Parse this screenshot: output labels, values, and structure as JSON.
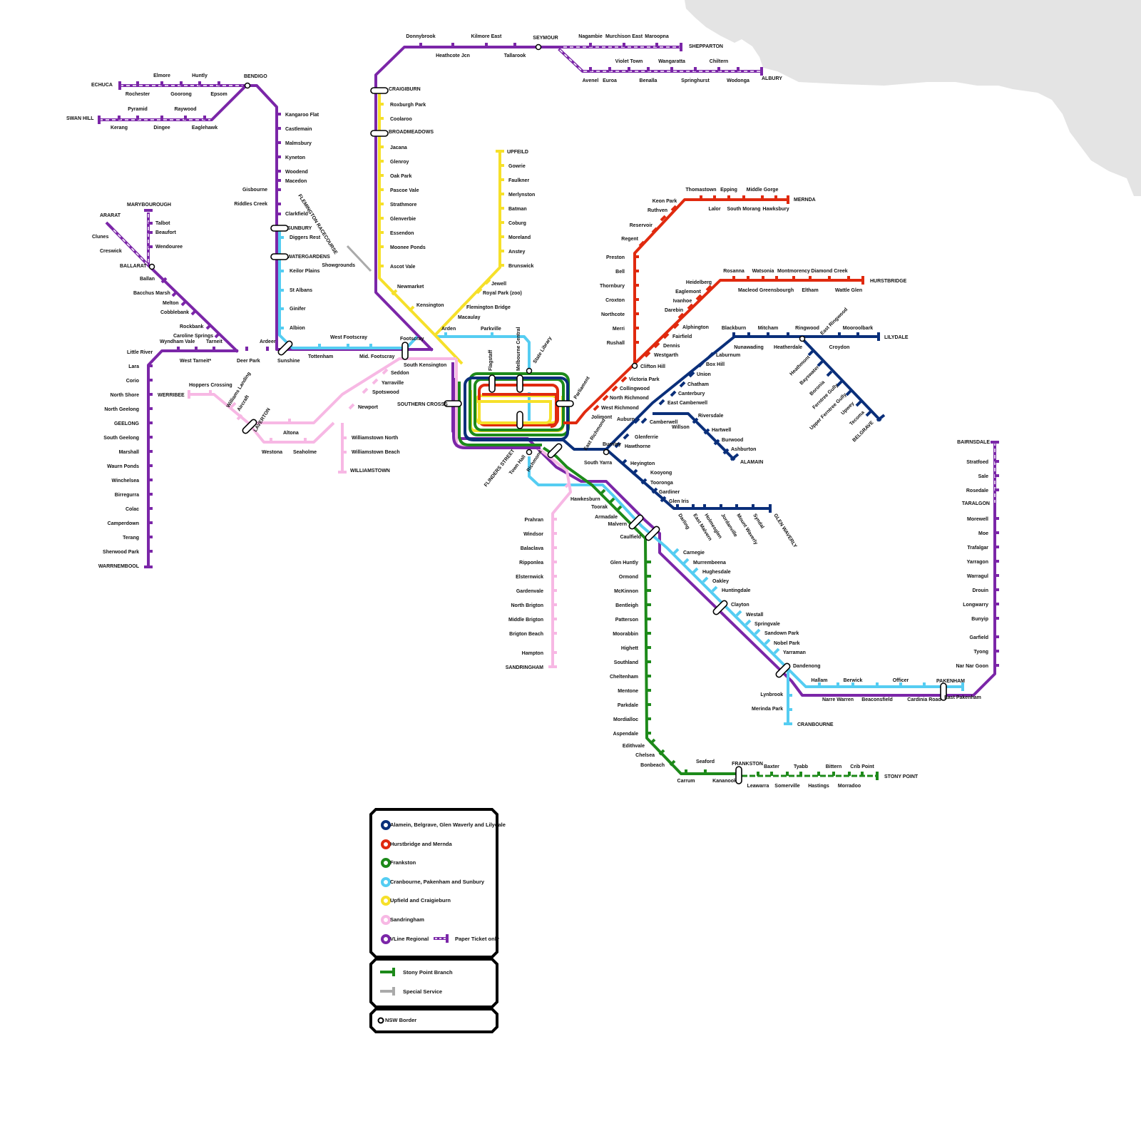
{
  "colors": {
    "dark_blue": "#0a2f7a",
    "red": "#e02a0f",
    "green": "#1d8a1a",
    "cyan": "#55cdf2",
    "yellow": "#f6e02a",
    "pink": "#f7b8e4",
    "purple": "#7b26a8",
    "grey": "#aaaaaa",
    "land": "#e4e4e4"
  },
  "stations": {
    "vline_north": [
      "Donnybrook",
      "Heathcote Jcn",
      "Kilmore East",
      "Tallarook",
      "SEYMOUR",
      "Nagambie",
      "Murchison East",
      "Maroopna",
      "SHEPPARTON",
      "Violet Town",
      "Wangaratta",
      "Chiltern",
      "Avenel",
      "Euroa",
      "Benalla",
      "Springhurst",
      "Wodonga",
      "ALBURY"
    ],
    "vline_bendigo": [
      "ECHUCA",
      "Elmore",
      "Huntly",
      "BENDIGO",
      "Rochester",
      "Goorong",
      "Epsom",
      "SWAN HILL",
      "Pyramid",
      "Raywood",
      "Kerang",
      "Dingee",
      "Eaglehawk",
      "Kangaroo Flat",
      "Castlemain",
      "Malmsbury",
      "Kyneton",
      "Woodend",
      "Macedon",
      "Gisbourne",
      "Riddles Creek",
      "Clarkfield",
      "SUNBURY",
      "Diggers Rest",
      "WATERGARDENS",
      "Keilor Plains",
      "St Albans",
      "Ginifer",
      "Albion",
      "FLEMINGTON RACECOURSE",
      "Showgrounds"
    ],
    "vline_ballarat": [
      "MARYBOUROUGH",
      "ARARAT",
      "Talbot",
      "Clunes",
      "Beaufort",
      "Creswick",
      "Wendouree",
      "BALLARAT",
      "Ballan",
      "Bacchus Marsh",
      "Melton",
      "Cobblebank",
      "Rockbank",
      "Caroline Springs",
      "Wyndham Vale",
      "Tarneit",
      "Ardeer",
      "West Footscray",
      "Footscray",
      "Little River",
      "West Tarneit*",
      "Deer Park",
      "Sunshine",
      "Tottenham",
      "Mid. Footscray"
    ],
    "vline_geelong": [
      "Lara",
      "Corio",
      "North Shore",
      "North Geelong",
      "GEELONG",
      "South Geelong",
      "Marshall",
      "Waurn Ponds",
      "Winchelsea",
      "Birregurra",
      "Colac",
      "Camperdown",
      "Terang",
      "Sherwood Park",
      "WARRNEMBOOL"
    ],
    "werribee": [
      "WERRIBEE",
      "Hoppers Crossing",
      "Williams Landing",
      "Aircraft",
      "LAVERTON",
      "Altona",
      "Westona",
      "Seaholme",
      "Williamstown North",
      "Williamstown Beach",
      "WILLIAMSTOWN",
      "Newport",
      "Spotswood",
      "Yarraville",
      "Seddon",
      "South Kensington"
    ],
    "craigieburn": [
      "CRAIGIBURN",
      "Roxburgh Park",
      "Coolaroo",
      "BROADMEADOWS",
      "Jacana",
      "Glenroy",
      "Oak Park",
      "Pascoe Vale",
      "Strathmore",
      "Glenverbie",
      "Essendon",
      "Moonee Ponds",
      "Ascot Vale",
      "Newmarket",
      "Kensington"
    ],
    "upfield": [
      "UPFEILD",
      "Gowrie",
      "Faulkner",
      "Merlynston",
      "Batman",
      "Coburg",
      "Moreland",
      "Anstey",
      "Brunswick",
      "Jewell",
      "Royal Park (zoo)",
      "Flemington Bridge",
      "Macaulay"
    ],
    "city": [
      "Arden",
      "Parkville",
      "Melbourne Central",
      "State Library",
      "Flagstaff",
      "Parliament",
      "SOUTHERN CROSSS",
      "FLINDERS STREET",
      "Town Hall",
      "Richmond",
      "East Richmond",
      "Burnley",
      "South Yarra",
      "Jolimont"
    ],
    "mernda": [
      "Thomastown",
      "Epping",
      "Middle Gorge",
      "MERNDA",
      "Keon Park",
      "Ruthven",
      "Lalor",
      "South Morang",
      "Hawksbury",
      "Reservoir",
      "Regent",
      "Preston",
      "Bell",
      "Thornbury",
      "Croxton",
      "Northcote",
      "Merri",
      "Rushall"
    ],
    "hurstbridge": [
      "Rosanna",
      "Watsonia",
      "Montmorency",
      "Diamond Creek",
      "HURSTBRIDGE",
      "Heidelberg",
      "Macleod",
      "Greensbourgh",
      "Eltham",
      "Wattle Glen",
      "Eaglemont",
      "Ivanhoe",
      "Darebin",
      "Alphington",
      "Fairfield",
      "Dennis",
      "Westgarth",
      "Clifton Hill",
      "Victoria Park",
      "Collingwood",
      "North Richmond",
      "West Richmond"
    ],
    "lilydale": [
      "Blackburn",
      "Mitcham",
      "Ringwood",
      "East Ringwood",
      "Mooroolbark",
      "LILYDALE",
      "Nunawading",
      "Heatherdale",
      "Croydon",
      "Laburnum",
      "Box Hill",
      "Union",
      "Chatham",
      "Canterbury",
      "East Camberwell",
      "Camberwell",
      "Auburn",
      "Glenferrie",
      "Hawthorne"
    ],
    "belgrave": [
      "Heathmont",
      "Bayswater",
      "Boronia",
      "Ferntree Gully",
      "Upper Ferntree Gully",
      "Upwey",
      "Tecoma",
      "BELGRAVE"
    ],
    "alamein": [
      "Riversdale",
      "Willson",
      "Hartwell",
      "Burwood",
      "Ashburton",
      "ALAMAIN"
    ],
    "glen_waverly": [
      "Heyington",
      "Kooyong",
      "Tooronga",
      "Gardiner",
      "Glen Iris",
      "Darling",
      "East Malvern",
      "Holmesglen",
      "Jordanville",
      "Mount Waverly",
      "Syndal",
      "GLEN WAVERLY"
    ],
    "sandringham": [
      "Hawkesburn",
      "Prahran",
      "Windsor",
      "Balaclava",
      "Ripponlea",
      "Elsternwick",
      "Gardenvale",
      "North Brigton",
      "Middle Brigton",
      "Brigton Beach",
      "Hampton",
      "SANDRINGHAM"
    ],
    "frankston": [
      "Toorak",
      "Armadale",
      "Malvern",
      "Caulfield",
      "Glen Huntly",
      "Ormond",
      "McKinnon",
      "Bentleigh",
      "Patterson",
      "Moorabbin",
      "Highett",
      "Southland",
      "Cheltenham",
      "Mentone",
      "Parkdale",
      "Mordialloc",
      "Aspendale",
      "Edithvale",
      "Chelsea",
      "Bonbeach",
      "Carrum",
      "Seaford",
      "Kananook",
      "FRANKSTON"
    ],
    "stony_point": [
      "Baxter",
      "Tyabb",
      "Bittern",
      "Crib Point",
      "STONY POINT",
      "Leawarra",
      "Somerville",
      "Hastings",
      "Morradoo"
    ],
    "dandenong": [
      "Carnegie",
      "Murrembeena",
      "Hughesdale",
      "Oakley",
      "Huntingdale",
      "Clayton",
      "Westall",
      "Springvale",
      "Sandown Park",
      "Nobel Park",
      "Yarraman",
      "Dandenong",
      "Lynbrook",
      "Merinda Park",
      "CRANBOURNE",
      "Hallam",
      "Berwick",
      "Officer",
      "PAKENHAM",
      "Narre Warren",
      "Beaconsfield",
      "Cardinia Road",
      "East Pakenham"
    ],
    "gippsland": [
      "BAIRNSDALE",
      "Stratfoed",
      "Sale",
      "Rosedale",
      "TARALGON",
      "Morewell",
      "Moe",
      "Trafalgar",
      "Yarragon",
      "Warragul",
      "Drouin",
      "Longwarry",
      "Bunyip",
      "Garfield",
      "Tyong",
      "Nar Nar Goon"
    ]
  },
  "legend": {
    "items": [
      "Alamein, Belgrave, Glen Waverly and Lilydale",
      "Hurstbridge and Mernda",
      "Frankston",
      "Cranbourne, Pakenham and Sunbury",
      "Upfield and Craigieburn",
      "Sandringham",
      "VLine Regional"
    ],
    "paper_ticket": "Paper Ticket only",
    "stony_point": "Stony Point Branch",
    "special_service": "Special Service",
    "nsw_border": "NSW Border"
  }
}
